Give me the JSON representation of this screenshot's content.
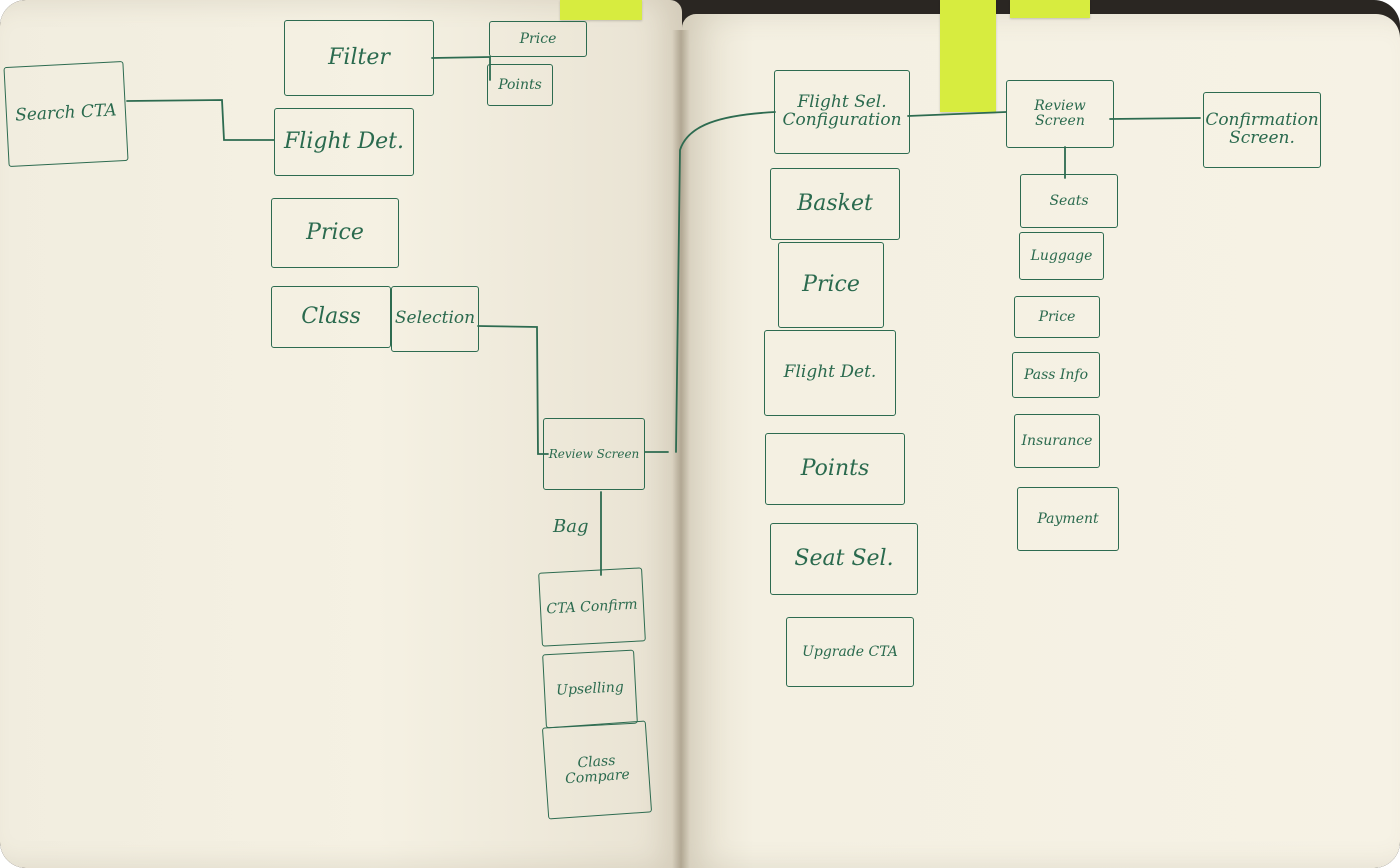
{
  "left_page": {
    "search_cta": "Search CTA",
    "filter": "Filter",
    "filter_price": "Price",
    "filter_points": "Points",
    "flight_det": "Flight Det.",
    "price": "Price",
    "class_sel": "Class",
    "class_selection": "Selection",
    "review_screen": "Review Screen",
    "bag": "Bag",
    "cta_confirm": "CTA Confirm",
    "upselling": "Upselling",
    "class_compare": "Class Compare"
  },
  "right_page": {
    "flight_sel_config": "Flight Sel. Configuration",
    "basket": "Basket",
    "price": "Price",
    "flight_det": "Flight Det.",
    "points": "Points",
    "seat_sel": "Seat Sel.",
    "upgrade_cta": "Upgrade CTA",
    "review_screen": "Review Screen",
    "confirmation_screen": "Confirmation Screen.",
    "seats": "Seats",
    "luggage": "Luggage",
    "price_2": "Price",
    "pass_info": "Pass Info",
    "insurance": "Insurance",
    "payment": "Payment"
  },
  "colors": {
    "ink": "#2a6a4e",
    "paper": "#f4f0e2",
    "sticky_tab": "#d7ec3f"
  }
}
